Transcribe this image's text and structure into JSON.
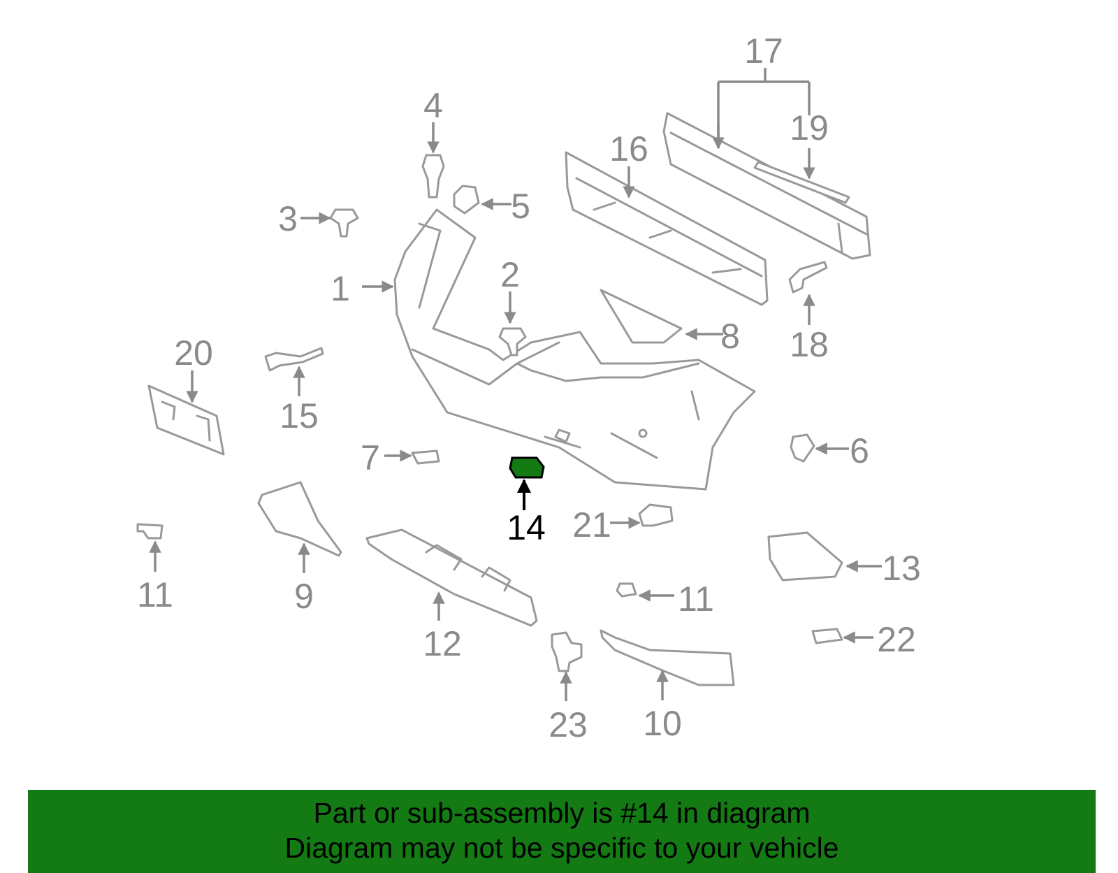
{
  "diagram": {
    "highlight_color": "#137a14",
    "highlighted_part": "14",
    "part_numbers": {
      "p1": "1",
      "p2": "2",
      "p3": "3",
      "p4": "4",
      "p5": "5",
      "p6": "6",
      "p7": "7",
      "p8": "8",
      "p9": "9",
      "p10": "10",
      "p11a": "11",
      "p11b": "11",
      "p12": "12",
      "p13": "13",
      "p14": "14",
      "p15": "15",
      "p16": "16",
      "p17": "17",
      "p18": "18",
      "p19": "19",
      "p20": "20",
      "p21": "21",
      "p22": "22",
      "p23": "23"
    }
  },
  "caption": {
    "line1": "Part or sub-assembly is #14 in diagram",
    "line2": "Diagram may not be specific to your vehicle",
    "background": "#137a14"
  }
}
